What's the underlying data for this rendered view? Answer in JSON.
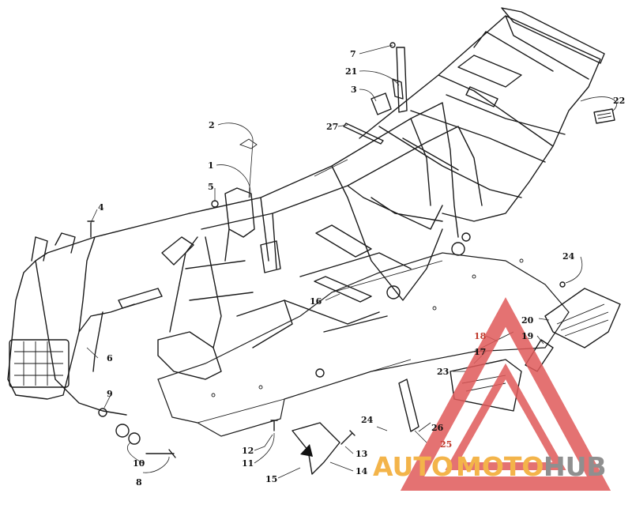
{
  "callouts": [
    {
      "id": "1",
      "label": "1"
    },
    {
      "id": "2",
      "label": "2"
    },
    {
      "id": "3",
      "label": "3"
    },
    {
      "id": "4",
      "label": "4"
    },
    {
      "id": "5",
      "label": "5"
    },
    {
      "id": "6",
      "label": "6"
    },
    {
      "id": "7",
      "label": "7"
    },
    {
      "id": "8",
      "label": "8"
    },
    {
      "id": "9",
      "label": "9"
    },
    {
      "id": "10",
      "label": "10"
    },
    {
      "id": "11",
      "label": "11"
    },
    {
      "id": "12",
      "label": "12"
    },
    {
      "id": "13",
      "label": "13"
    },
    {
      "id": "14",
      "label": "14"
    },
    {
      "id": "15",
      "label": "15"
    },
    {
      "id": "16",
      "label": "16"
    },
    {
      "id": "17",
      "label": "17"
    },
    {
      "id": "18",
      "label": "18"
    },
    {
      "id": "19",
      "label": "19"
    },
    {
      "id": "20",
      "label": "20"
    },
    {
      "id": "21",
      "label": "21"
    },
    {
      "id": "22",
      "label": "22"
    },
    {
      "id": "23",
      "label": "23"
    },
    {
      "id": "24a",
      "label": "24"
    },
    {
      "id": "24b",
      "label": "24"
    },
    {
      "id": "25",
      "label": "25"
    },
    {
      "id": "26",
      "label": "26"
    },
    {
      "id": "27",
      "label": "27"
    }
  ],
  "watermark": {
    "part1": "AUTO",
    "part2": "MOTO",
    "part3": "HUB",
    "colors": {
      "accent": "#f2a82b",
      "gray": "#7c7c7c",
      "triangle": "#e05a5a"
    }
  }
}
